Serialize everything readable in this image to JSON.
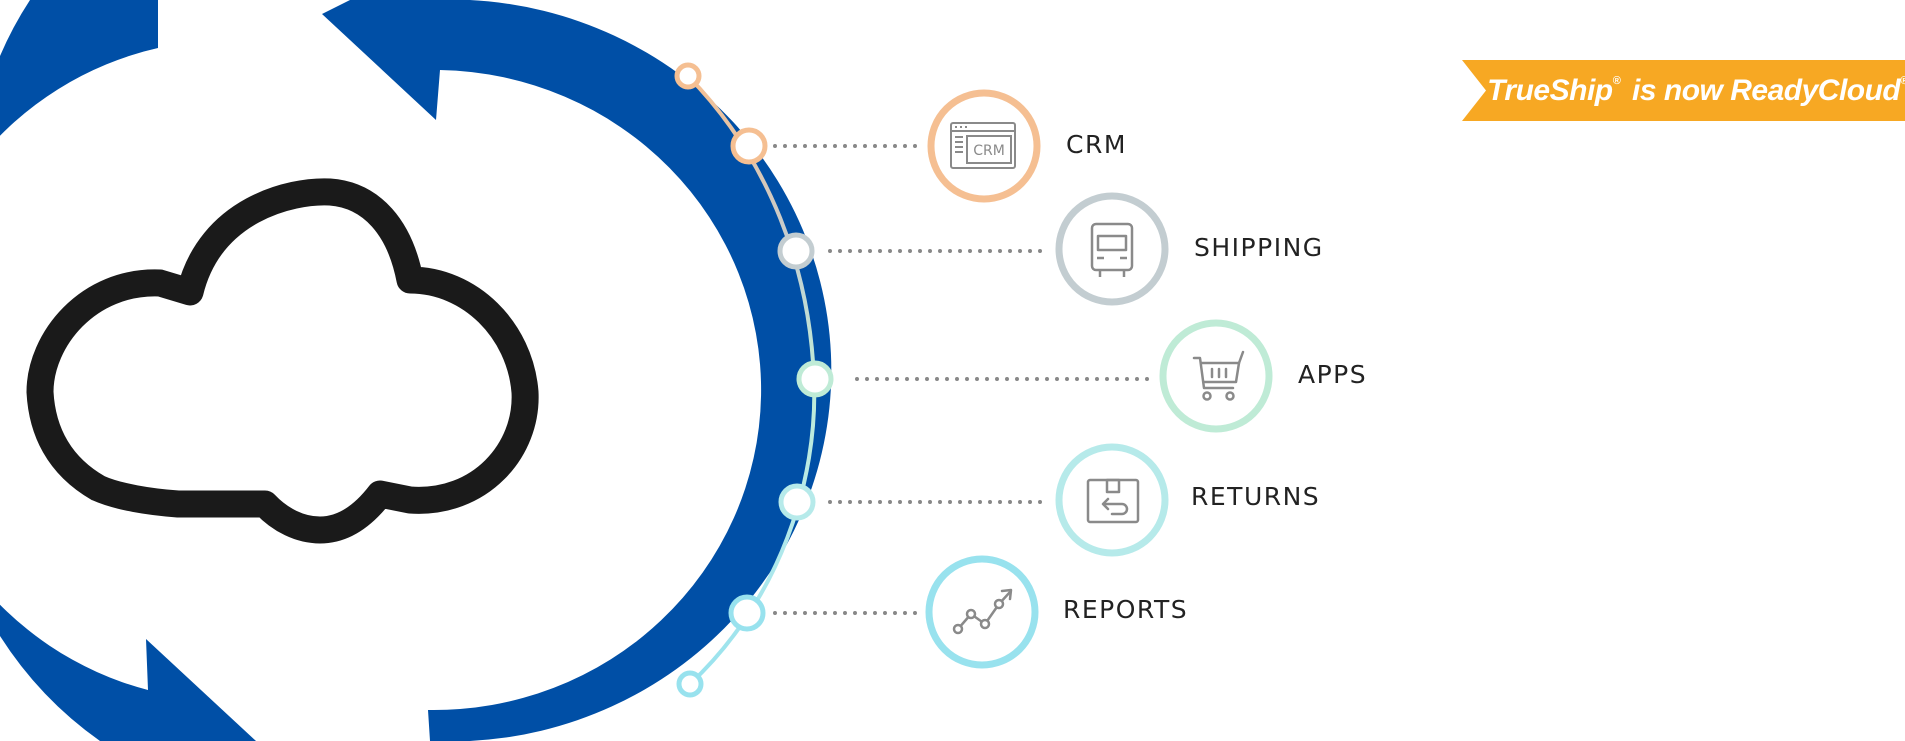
{
  "banner": {
    "brand_old": "TrueShip",
    "registered_mark": "®",
    "connector": " is now ",
    "brand_new": "ReadyCloud",
    "color": "#F7A823"
  },
  "features": [
    {
      "label": "CRM",
      "icon": "crm-window-icon",
      "icon_text": "CRM",
      "color": "#F5BF92"
    },
    {
      "label": "SHIPPING",
      "icon": "truck-icon",
      "color": "#C3CDD1"
    },
    {
      "label": "APPS",
      "icon": "shopping-cart-icon",
      "color": "#BFEBD6"
    },
    {
      "label": "RETURNS",
      "icon": "return-box-icon",
      "color": "#B6EAEA"
    },
    {
      "label": "REPORTS",
      "icon": "line-chart-icon",
      "color": "#98E2EE"
    }
  ],
  "colors": {
    "sync_arrows": "#004FA6",
    "cloud_outline": "#1A1A1A",
    "connector_dots": "#888888",
    "icon_stroke": "#8A8A8A"
  },
  "icons": {
    "sync": "sync-arrows-icon",
    "cloud": "cloud-icon"
  }
}
